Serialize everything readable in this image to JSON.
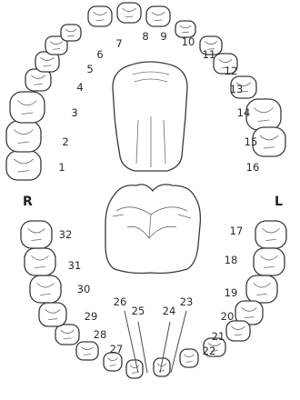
{
  "side_labels": {
    "right": "R",
    "left": "L"
  },
  "teeth": [
    {
      "n": "1"
    },
    {
      "n": "2"
    },
    {
      "n": "3"
    },
    {
      "n": "4"
    },
    {
      "n": "5"
    },
    {
      "n": "6"
    },
    {
      "n": "7"
    },
    {
      "n": "8"
    },
    {
      "n": "9"
    },
    {
      "n": "10"
    },
    {
      "n": "11"
    },
    {
      "n": "12"
    },
    {
      "n": "13"
    },
    {
      "n": "14"
    },
    {
      "n": "15"
    },
    {
      "n": "16"
    },
    {
      "n": "17"
    },
    {
      "n": "18"
    },
    {
      "n": "19"
    },
    {
      "n": "20"
    },
    {
      "n": "21"
    },
    {
      "n": "22"
    },
    {
      "n": "23"
    },
    {
      "n": "24"
    },
    {
      "n": "25"
    },
    {
      "n": "26"
    },
    {
      "n": "27"
    },
    {
      "n": "28"
    },
    {
      "n": "29"
    },
    {
      "n": "30"
    },
    {
      "n": "31"
    },
    {
      "n": "32"
    }
  ]
}
